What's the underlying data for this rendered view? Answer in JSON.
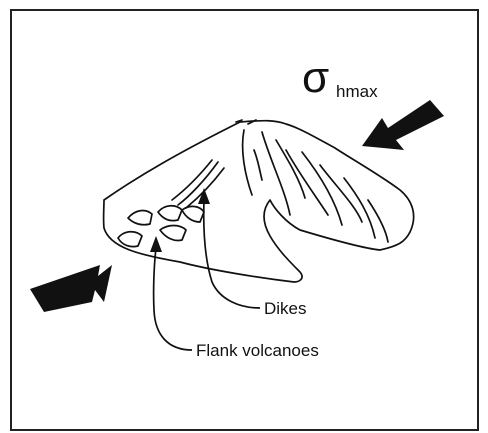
{
  "labels": {
    "sigma": "σ",
    "sigma_subscript": "hmax",
    "dikes": "Dikes",
    "flank": "Flank volcanoes"
  },
  "colors": {
    "ink": "#111111",
    "background": "#ffffff",
    "frame": "#222222"
  }
}
